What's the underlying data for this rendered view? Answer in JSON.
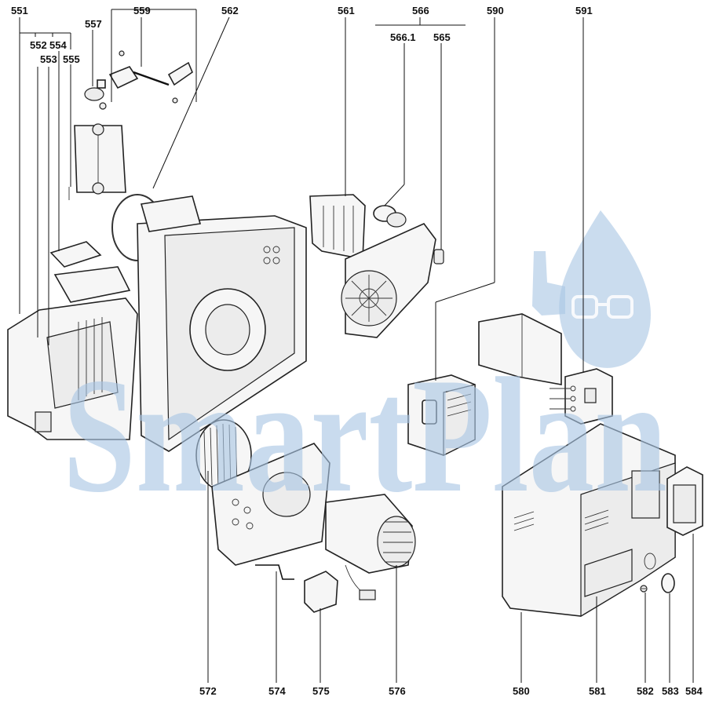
{
  "watermark": {
    "text": "SmartPlan"
  },
  "labels": [
    {
      "id": "551",
      "text": "551"
    },
    {
      "id": "552",
      "text": "552"
    },
    {
      "id": "553",
      "text": "553"
    },
    {
      "id": "554",
      "text": "554"
    },
    {
      "id": "555",
      "text": "555"
    },
    {
      "id": "557",
      "text": "557"
    },
    {
      "id": "559",
      "text": "559"
    },
    {
      "id": "562",
      "text": "562"
    },
    {
      "id": "561",
      "text": "561"
    },
    {
      "id": "566",
      "text": "566"
    },
    {
      "id": "566.1",
      "text": "566.1"
    },
    {
      "id": "565",
      "text": "565"
    },
    {
      "id": "590",
      "text": "590"
    },
    {
      "id": "591",
      "text": "591"
    },
    {
      "id": "572",
      "text": "572"
    },
    {
      "id": "574",
      "text": "574"
    },
    {
      "id": "575",
      "text": "575"
    },
    {
      "id": "576",
      "text": "576"
    },
    {
      "id": "580",
      "text": "580"
    },
    {
      "id": "581",
      "text": "581"
    },
    {
      "id": "582",
      "text": "582"
    },
    {
      "id": "583",
      "text": "583"
    },
    {
      "id": "584",
      "text": "584"
    }
  ]
}
